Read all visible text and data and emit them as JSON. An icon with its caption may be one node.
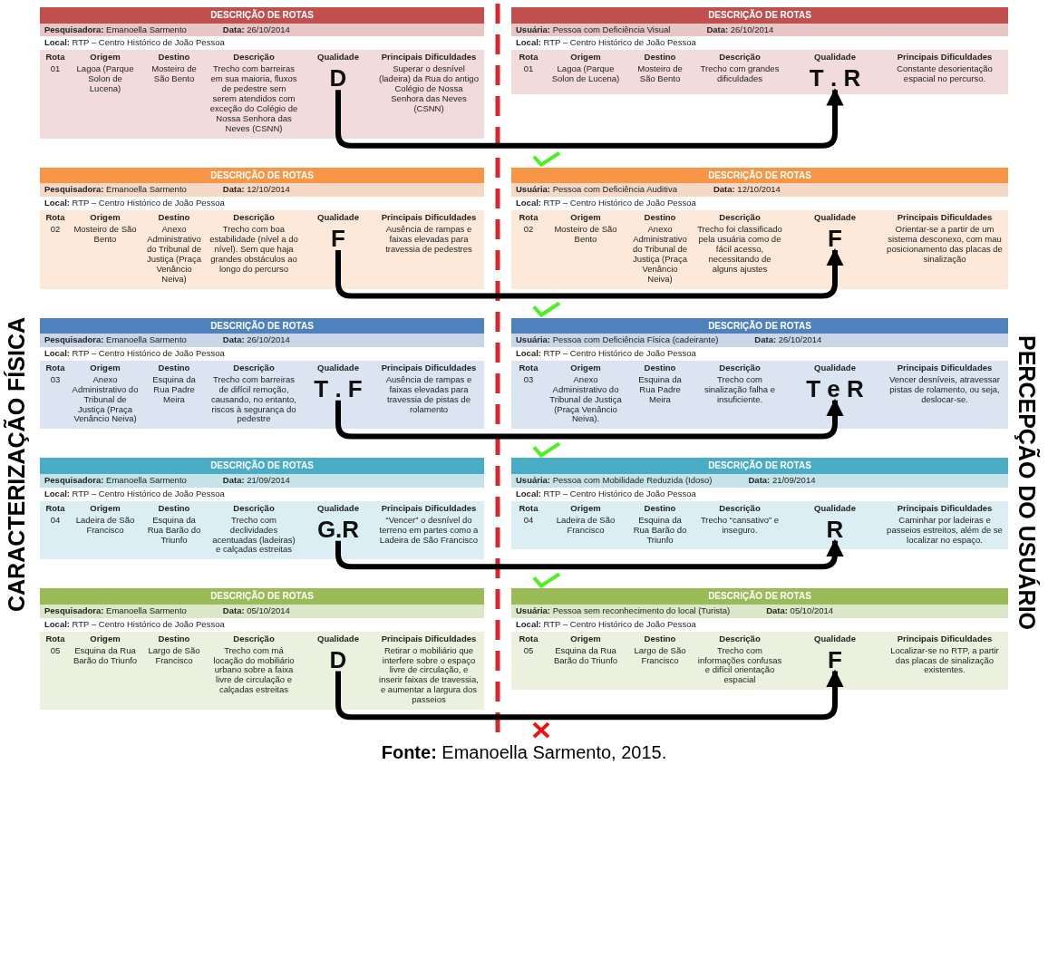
{
  "diagram": {
    "caption": "**Fonte:** Emanoella Sarmento, 2015.",
    "nodes": [
      {
        "text": [
          "DESCRIÇÃO DE ROTAS",
          "**Pesquisadora:** Emanoella Sarmento",
          "**Data:** 26/10/2014",
          "**Local:** RTP – Centro Histórico de João Pessoa",
          "Rota",
          "Origem",
          "Destino",
          "Descrição",
          "Qualidade",
          "Principais Dificuldades",
          "01",
          "Lagoa (Parque Solon de Lucena)",
          "Mosteiro de São Bento",
          "Trecho com barreiras em sua maioria, fluxos de pedestre sem serem atendidos com exceção do Colégio de Nossa Senhora das Neves (CSNN)",
          "Superar o desnível (ladeira) da Rua do antigo Colégio de Nossa Senhora das Neves (CSNN)"
        ]
      },
      {
        "text": [
          "D"
        ],
        "in": 0
      },
      {
        "text": [
          "DESCRIÇÃO DE ROTAS",
          "**Usuária:** Pessoa com Deficiência Visual",
          "**Data:** 26/10/2014",
          "**Local:** RTP – Centro Histórico de João Pessoa",
          "Rota",
          "Origem",
          "Destino",
          "Descrição",
          "Qualidade",
          "Principais Dificuldades",
          "01",
          "Lagoa (Parque Solon de Lucena)",
          "Mosteiro de São Bento",
          "Trecho com grandes dificuldades",
          "Constante desorientação espacial no percurso."
        ]
      },
      {
        "text": [
          "T . R"
        ],
        "in": 2
      },
      {
        "text": [
          "DESCRIÇÃO DE ROTAS",
          "**Pesquisadora:** Emanoella Sarmento",
          "**Data:** 12/10/2014",
          "**Local:** RTP – Centro Histórico de João Pessoa",
          "Rota",
          "Origem",
          "Destino",
          "Descrição",
          "Qualidade",
          "Principais Dificuldades",
          "02",
          "Mosteiro de São Bento",
          "Anexo Administrativo do Tribunal de Justiça (Praça Venâncio Neiva)",
          "Trecho com boa estabilidade (nível a do nível). Sem que haja grandes obstáculos ao longo do percurso",
          "Ausência de rampas e faixas elevadas para travessia de pedestres"
        ]
      },
      {
        "text": [
          "F"
        ],
        "in": 4
      },
      {
        "text": [
          "DESCRIÇÃO DE ROTAS",
          "**Usuária:** Pessoa com Deficiência Auditiva",
          "**Data:** 12/10/2014",
          "**Local:** RTP – Centro Histórico de João Pessoa",
          "Rota",
          "Origem",
          "Destino",
          "Descrição",
          "Qualidade",
          "Principais Dificuldades",
          "02",
          "Mosteiro de São Bento",
          "Anexo Administrativo do Tribunal de Justiça (Praça Venâncio Neiva)",
          "Trecho foi classificado pela usuária como de fácil acesso, necessitando de alguns ajustes",
          "Orientar-se a partir de um sistema desconexo, com mau posicionamento das placas de sinalização"
        ]
      },
      {
        "text": [
          "F"
        ],
        "in": 6
      },
      {
        "text": [
          "DESCRIÇÃO DE ROTAS",
          "**Pesquisadora:** Emanoella Sarmento",
          "**Data:** 26/10/2014",
          "**Local:** RTP – Centro Histórico de João Pessoa",
          "Rota",
          "Origem",
          "Destino",
          "Descrição",
          "Qualidade",
          "Principais Dificuldades",
          "03",
          "Anexo Administrativo do Tribunal de Justiça (Praça Venâncio Neiva)",
          "Esquina da Rua Padre Meira",
          "Trecho com barreiras de difícil remoção, causando, no entanto, riscos à segurança do pedestre",
          "Ausência de rampas e faixas elevadas para travessia de pistas de rolamento"
        ]
      },
      {
        "text": [
          "T . F"
        ],
        "in": 8
      },
      {
        "text": [
          "DESCRIÇÃO DE ROTAS",
          "**Usuária:** Pessoa com Deficiência Física (cadeirante)",
          "**Data:** 26/10/2014",
          "**Local:** RTP – Centro Histórico de João Pessoa",
          "Rota",
          "Origem",
          "Destino",
          "Descrição",
          "Qualidade",
          "Principais Dificuldades",
          "03",
          "Anexo Administrativo do Tribunal de Justiça (Praça Venâncio Neiva).",
          "Esquina da Rua Padre Meira",
          "Trecho com sinalização falha e insuficiente.",
          "Vencer desníveis, atravessar pistas de rolamento, ou seja, deslocar-se."
        ]
      },
      {
        "text": [
          "T e R"
        ],
        "in": 10
      },
      {
        "text": [
          "DESCRIÇÃO DE ROTAS",
          "**Pesquisadora:** Emanoella Sarmento",
          "**Data:** 21/09/2014",
          "**Local:** RTP – Centro Histórico de João Pessoa",
          "Rota",
          "Origem",
          "Destino",
          "Descrição",
          "Qualidade",
          "Principais Dificuldades",
          "04",
          "Ladeira de São Francisco",
          "Esquina da Rua Barão do Triunfo",
          "Trecho com declividades acentuadas (ladeiras) e calçadas estreitas",
          "“Vencer” o desnível do terreno em partes como a Ladeira de São Francisco"
        ]
      },
      {
        "text": [
          "G.R"
        ],
        "in": 12
      },
      {
        "text": [
          "DESCRIÇÃO DE ROTAS",
          "**Usuária:** Pessoa com Mobilidade Reduzida (Idoso)",
          "**Data:** 21/09/2014",
          "**Local:** RTP – Centro Histórico de João Pessoa",
          "Rota",
          "Origem",
          "Destino",
          "Descrição",
          "Qualidade",
          "Principais Dificuldades",
          "04",
          "Ladeira de São Francisco",
          "Esquina da Rua Barão do Triunfo",
          "Trecho “cansativo” e inseguro.",
          "Caminhar por ladeiras e passeios estreitos, além de se localizar no espaço."
        ]
      },
      {
        "text": [
          "R"
        ],
        "in": 14
      },
      {
        "text": [
          "DESCRIÇÃO DE ROTAS",
          "**Pesquisadora:** Emanoella Sarmento",
          "**Data:** 05/10/2014",
          "**Local:** RTP – Centro Histórico de João Pessoa",
          "Rota",
          "Origem",
          "Destino",
          "Descrição",
          "Qualidade",
          "Principais Dificuldades",
          "05",
          "Esquina da Rua Barão do Triunfo",
          "Largo de São Francisco",
          "Trecho com má locação do mobiliário urbano sobre a faixa livre de circulação e calçadas estreitas",
          "Retirar o mobiliário que interfere sobre o espaço livre de circulação, e inserir faixas de travessia, e aumentar a largura dos passeios"
        ]
      },
      {
        "text": [
          "D"
        ],
        "in": 16
      },
      {
        "text": [
          "DESCRIÇÃO DE ROTAS",
          "**Usuária:** Pessoa sem reconhecimento do local (Turista)",
          "**Data:** 05/10/2014",
          "**Local:** RTP – Centro Histórico de João Pessoa",
          "Rota",
          "Origem",
          "Destino",
          "Descrição",
          "Qualidade",
          "Principais Dificuldades",
          "05",
          "Esquina da Rua Barão do Triunfo",
          "Largo de São Francisco",
          "Trecho com informações confusas e difícil orientação espacial",
          "Localizar-se no RTP, a partir das placas de sinalização existentes."
        ]
      },
      {
        "text": [
          "F"
        ],
        "in": 18
      }
    ],
    "edges": [
      {
        "from": 1,
        "to": 3,
        "arrow": "to"
      },
      {
        "from": 5,
        "to": 7,
        "arrow": "to"
      },
      {
        "from": 9,
        "to": 11,
        "arrow": "to"
      },
      {
        "from": 13,
        "to": 15,
        "arrow": "to"
      },
      {
        "from": 17,
        "to": 19,
        "arrow": "to"
      }
    ],
    "labels": [
      "CARACTERIZAÇÃO FÍSICA",
      "PERCEPÇÃO DO USUÁRIO"
    ]
  }
}
